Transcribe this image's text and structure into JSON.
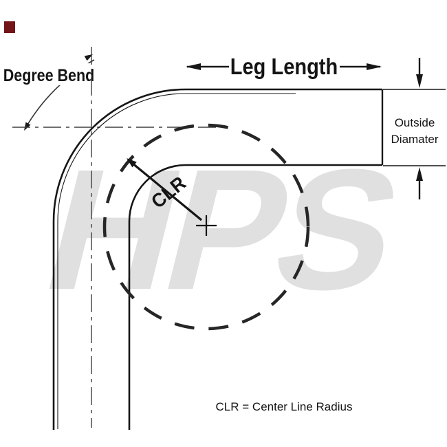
{
  "diagram": {
    "watermark_text": "HPS",
    "labels": {
      "degree_bend": "Degree Bend",
      "leg_length": "Leg Length",
      "outside_diameter_line1": "Outside",
      "outside_diameter_line2": "Diamater",
      "clr": "CLR",
      "footnote": "CLR = Center Line Radius"
    },
    "colors": {
      "line": "#161616",
      "centerline": "#3f3f3f",
      "dashed_circle": "#262626",
      "watermark_gray": "#e0e0e0",
      "logo_red": "#731417",
      "background": "#ffffff"
    }
  }
}
